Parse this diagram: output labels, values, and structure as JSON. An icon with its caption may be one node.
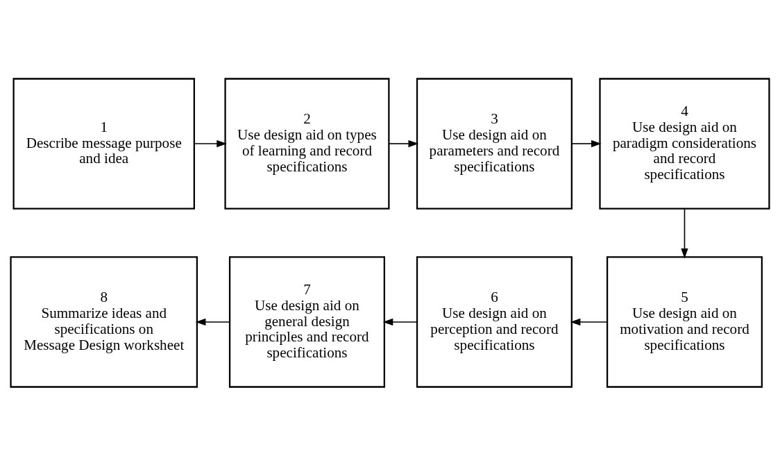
{
  "diagram": {
    "nodes": [
      {
        "text": [
          "1",
          "Describe message purpose and idea"
        ]
      },
      {
        "text": [
          "2",
          "Use design aid on types of learning and record specifications"
        ]
      },
      {
        "text": [
          "3",
          "Use design aid on parameters and record specifications"
        ]
      },
      {
        "text": [
          "4",
          "Use design aid on paradigm considerations and record specifications"
        ]
      },
      {
        "text": [
          "5",
          "Use design aid on motivation and record specifications"
        ]
      },
      {
        "text": [
          "6",
          "Use design aid on perception and record specifications"
        ]
      },
      {
        "text": [
          "7",
          "Use design aid on general design principles and record specifications"
        ]
      },
      {
        "text": [
          "8",
          "Summarize ideas and specifications on Message Design worksheet"
        ]
      }
    ],
    "edges": [
      {
        "from": 0,
        "to": 1,
        "arrow": "to"
      },
      {
        "from": 1,
        "to": 2,
        "arrow": "to"
      },
      {
        "from": 2,
        "to": 3,
        "arrow": "to"
      },
      {
        "from": 3,
        "to": 4,
        "arrow": "to"
      },
      {
        "from": 4,
        "to": 5,
        "arrow": "to"
      },
      {
        "from": 5,
        "to": 6,
        "arrow": "to"
      },
      {
        "from": 6,
        "to": 7,
        "arrow": "to"
      }
    ]
  }
}
